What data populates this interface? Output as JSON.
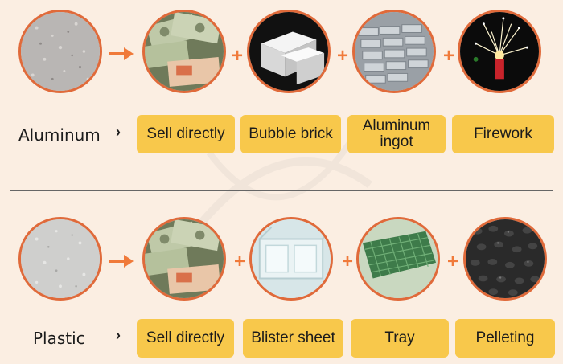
{
  "colors": {
    "background": "#fbeee2",
    "accent": "#f07a3a",
    "tag_fill": "#f8c84b",
    "divider": "#666666"
  },
  "rows": [
    {
      "label": "Aluminum",
      "chevron": "›",
      "tags": [
        "Sell directly",
        "Bubble brick",
        "Aluminum ingot",
        "Firework"
      ],
      "images": [
        "aluminum-powder",
        "money-stack",
        "bubble-brick",
        "aluminum-ingot",
        "firework-sparks"
      ]
    },
    {
      "label": "Plastic",
      "chevron": "›",
      "tags": [
        "Sell directly",
        "Blister sheet",
        "Tray",
        "Pelleting"
      ],
      "images": [
        "plastic-powder",
        "money-stack",
        "blister-sheet",
        "green-tray",
        "plastic-pellets"
      ]
    }
  ],
  "symbols": {
    "plus": "+"
  }
}
